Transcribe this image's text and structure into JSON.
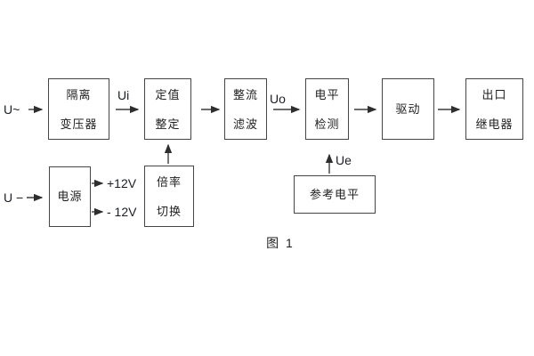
{
  "caption": "图 1",
  "blocks": {
    "isolation_transformer": {
      "line1": "隔离",
      "line2": "变压器"
    },
    "setting_adjust": {
      "line1": "定值",
      "line2": "整定"
    },
    "rectifier_filter": {
      "line1": "整流",
      "line2": "滤波"
    },
    "level_detect": {
      "line1": "电平",
      "line2": "检测"
    },
    "drive": {
      "label": "驱动"
    },
    "output_relay": {
      "line1": "出口",
      "line2": "继电器"
    },
    "power_supply": {
      "label": "电源"
    },
    "ratio_switch": {
      "line1": "倍率",
      "line2": "切换"
    },
    "reference_level": {
      "label": "参考电平"
    }
  },
  "signals": {
    "ac_input": "U~",
    "dc_input": "U −",
    "ui": "Ui",
    "uo": "Uo",
    "ue": "Ue",
    "plus12v": "+12V",
    "minus12v": "- 12V"
  },
  "colors": {
    "background": "#ffffff",
    "stroke": "#3d3d3d",
    "text": "#1f1f1f"
  }
}
